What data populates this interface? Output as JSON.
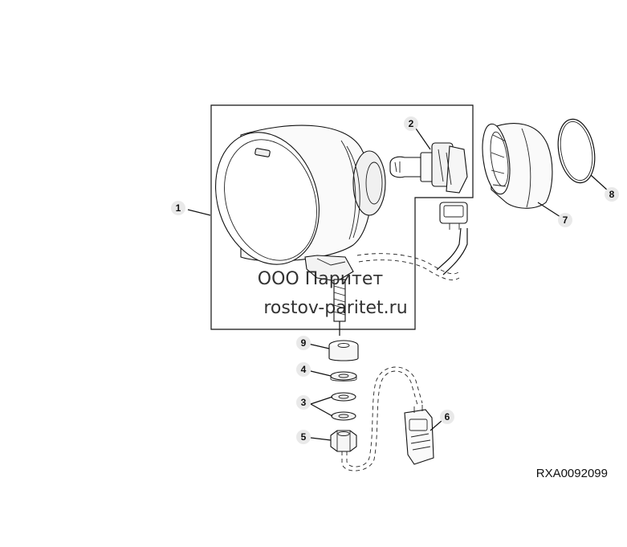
{
  "callouts": [
    {
      "id": "c1",
      "label": "1"
    },
    {
      "id": "c2",
      "label": "2"
    },
    {
      "id": "c3",
      "label": "3"
    },
    {
      "id": "c4",
      "label": "4"
    },
    {
      "id": "c5",
      "label": "5"
    },
    {
      "id": "c6",
      "label": "6"
    },
    {
      "id": "c7",
      "label": "7"
    },
    {
      "id": "c8",
      "label": "8"
    },
    {
      "id": "c9",
      "label": "9"
    }
  ],
  "watermark": {
    "line1": "ООО Паритет",
    "line2": "rostov-paritet.ru"
  },
  "figure_code": "RXA0092099"
}
